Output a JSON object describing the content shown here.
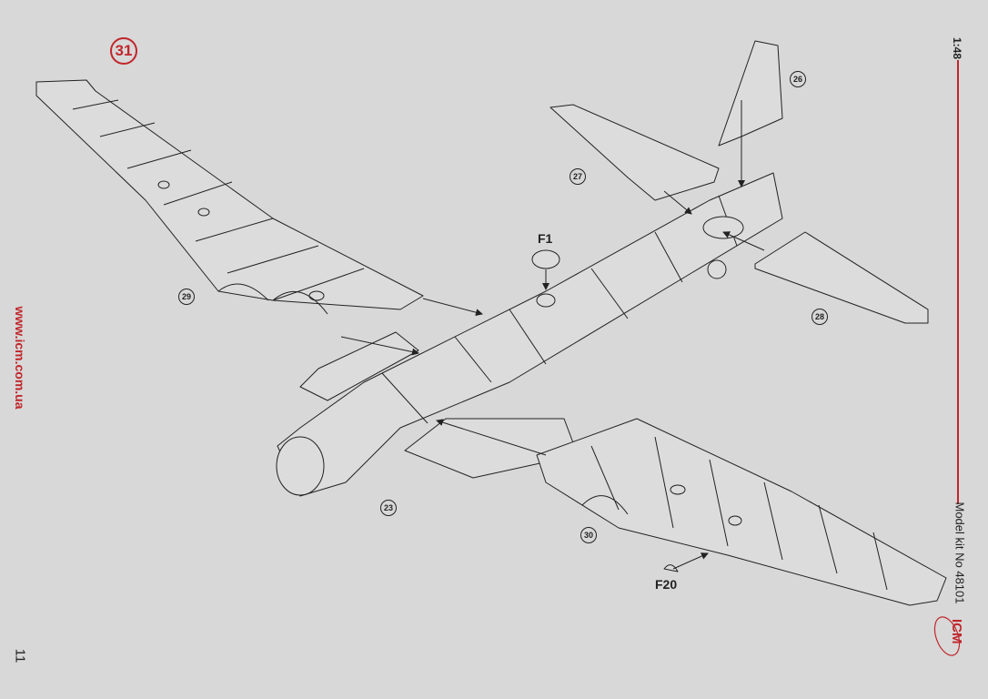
{
  "step_number": "31",
  "website": "www.icm.com.ua",
  "page_number": "11",
  "scale": "1:48",
  "model_kit": "Model kit No 48101",
  "brand": "ICM",
  "colors": {
    "accent": "#c0262b",
    "background": "#d8d8d8",
    "line": "#222222"
  },
  "parts": {
    "p29": "29",
    "p27": "27",
    "p26": "26",
    "p28": "28",
    "p23": "23",
    "p30": "30",
    "f1": "F1",
    "f20": "F20"
  }
}
